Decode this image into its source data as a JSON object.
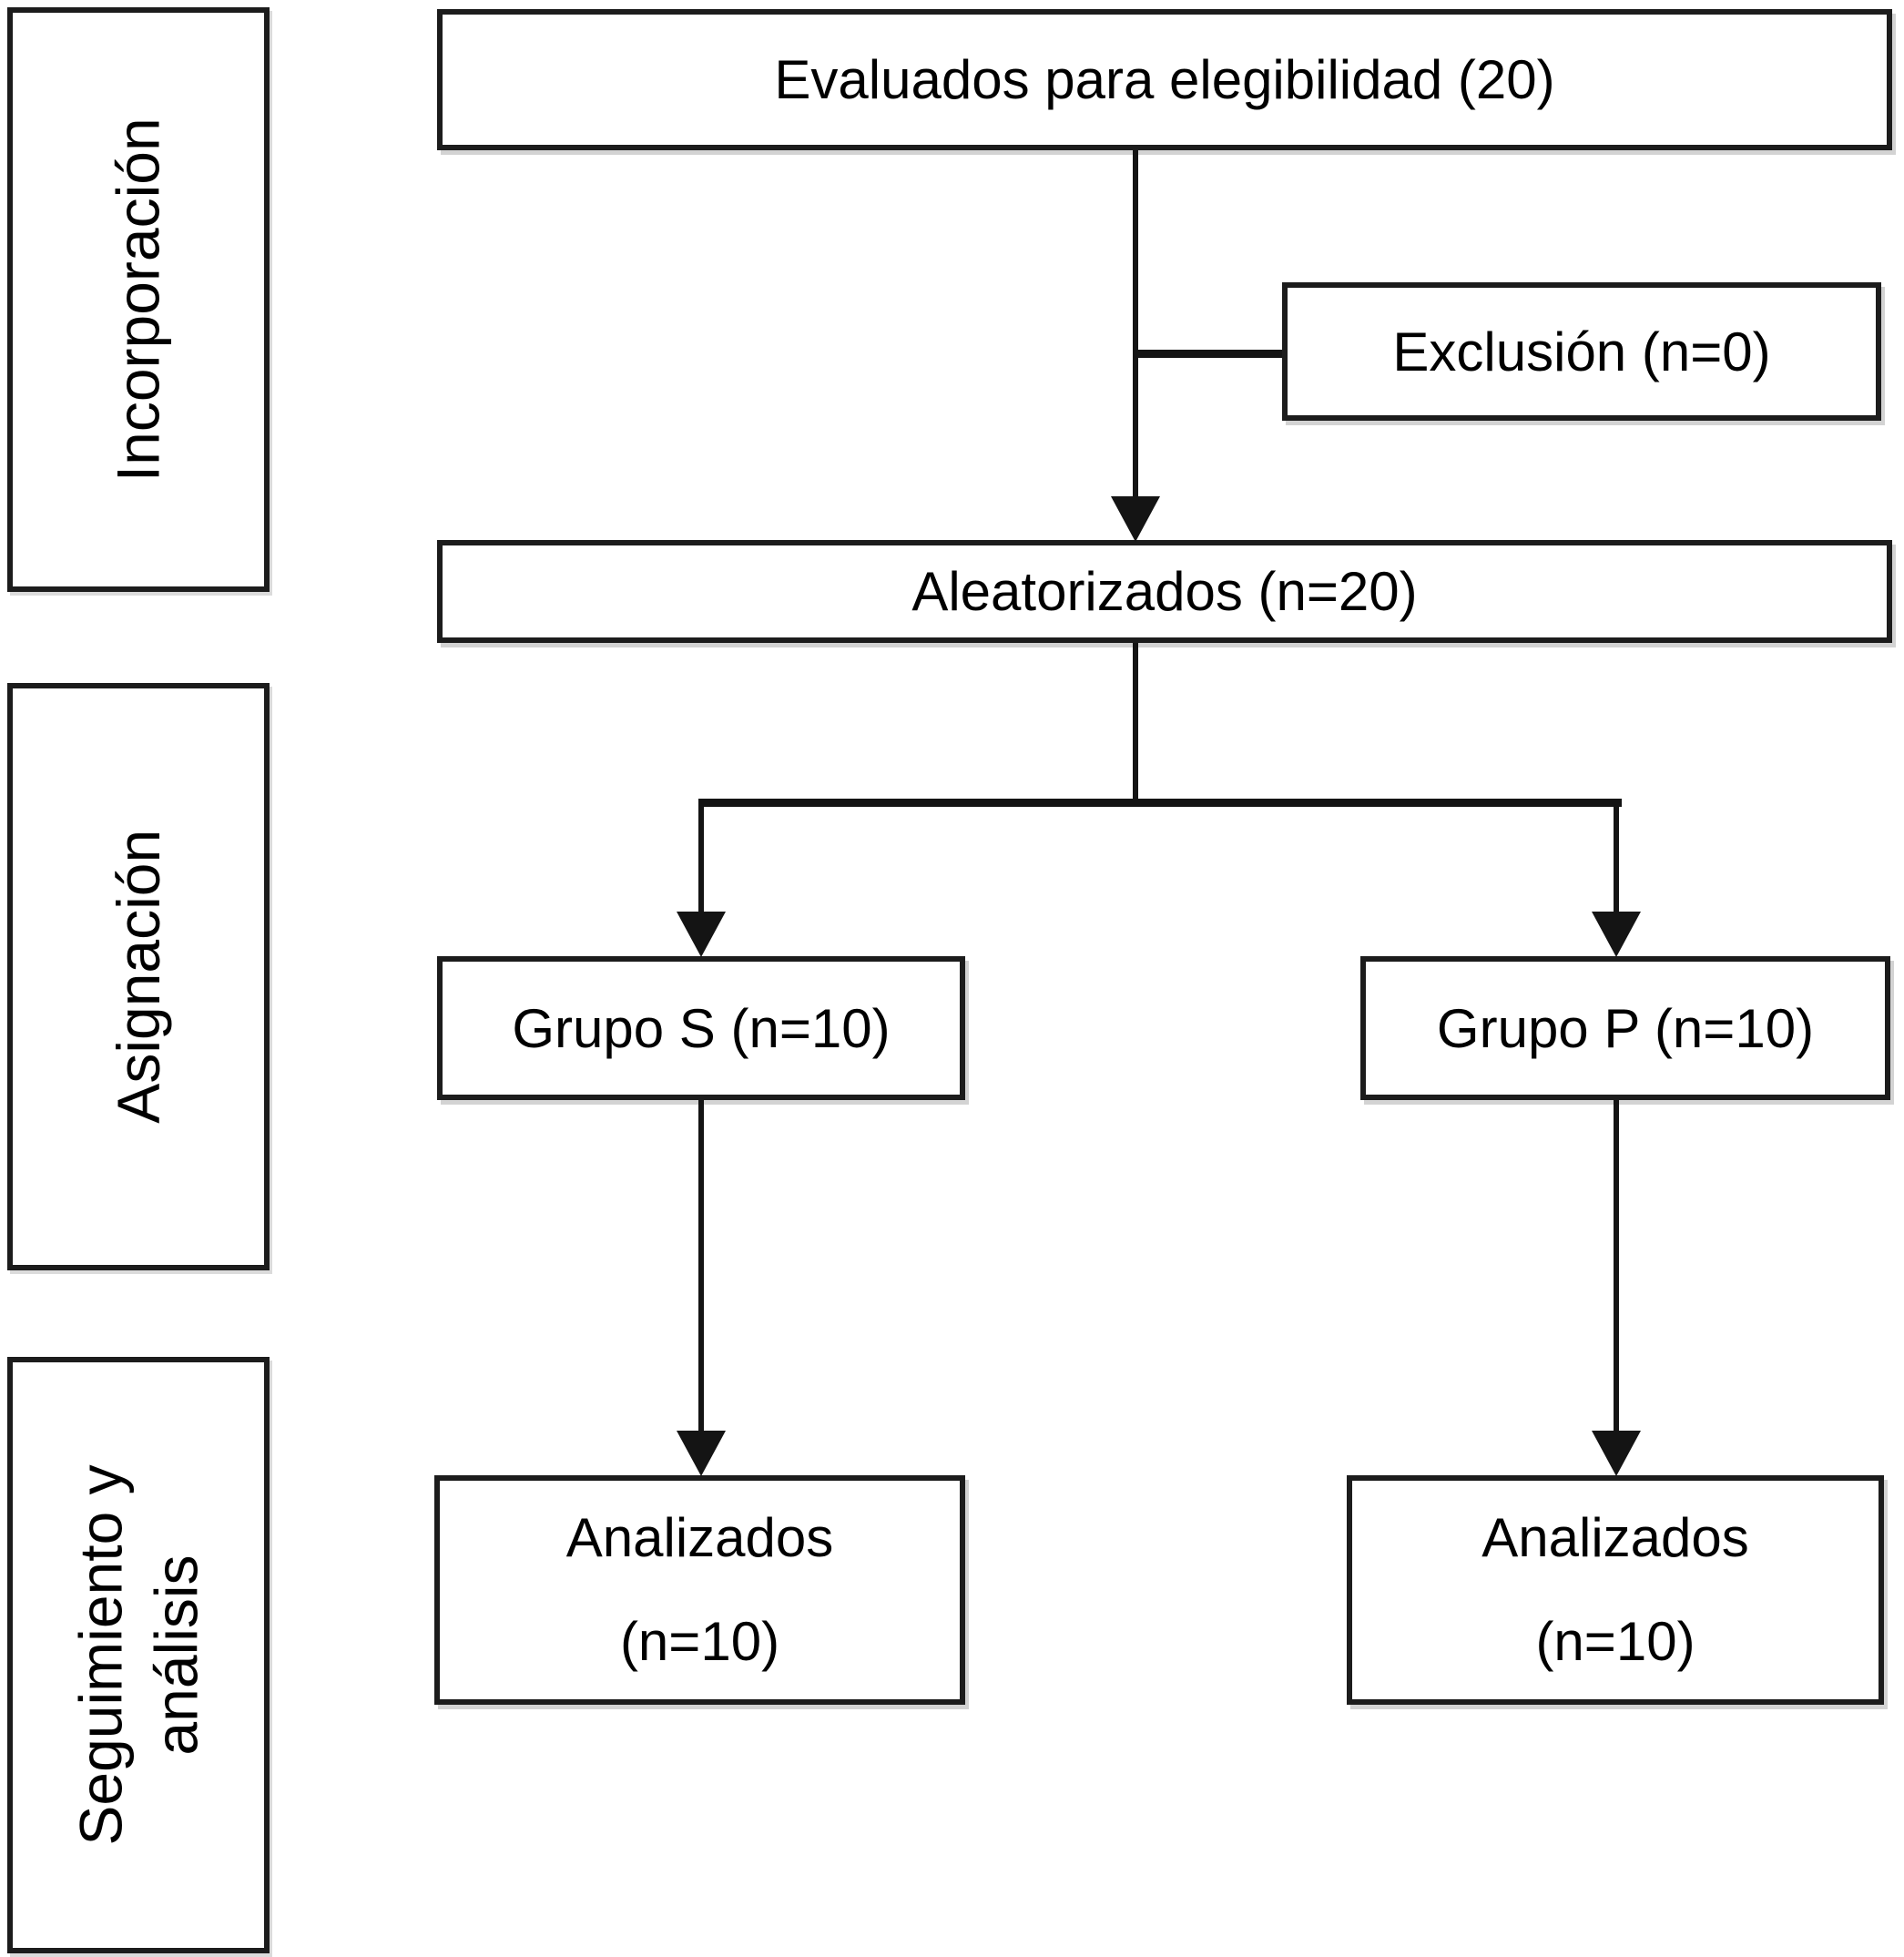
{
  "diagram": {
    "type": "consort-flowchart",
    "language": "es",
    "sidebar": {
      "phase1": "Incorporación",
      "phase2": "Asignación",
      "phase3_line1": "Seguimiento y",
      "phase3_line2": "análisis"
    },
    "nodes": {
      "eligibility": "Evaluados para elegibilidad (20)",
      "exclusion": "Exclusión (n=0)",
      "randomized": "Aleatorizados (n=20)",
      "group_s": "Grupo S (n=10)",
      "group_p": "Grupo P (n=10)",
      "analyzed_s_line1": "Analizados",
      "analyzed_s_line2": "(n=10)",
      "analyzed_p_line1": "Analizados",
      "analyzed_p_line2": "(n=10)"
    },
    "colors": {
      "line": "#141414",
      "border": "#1c1c1c",
      "background": "#ffffff",
      "text": "#000000"
    }
  }
}
